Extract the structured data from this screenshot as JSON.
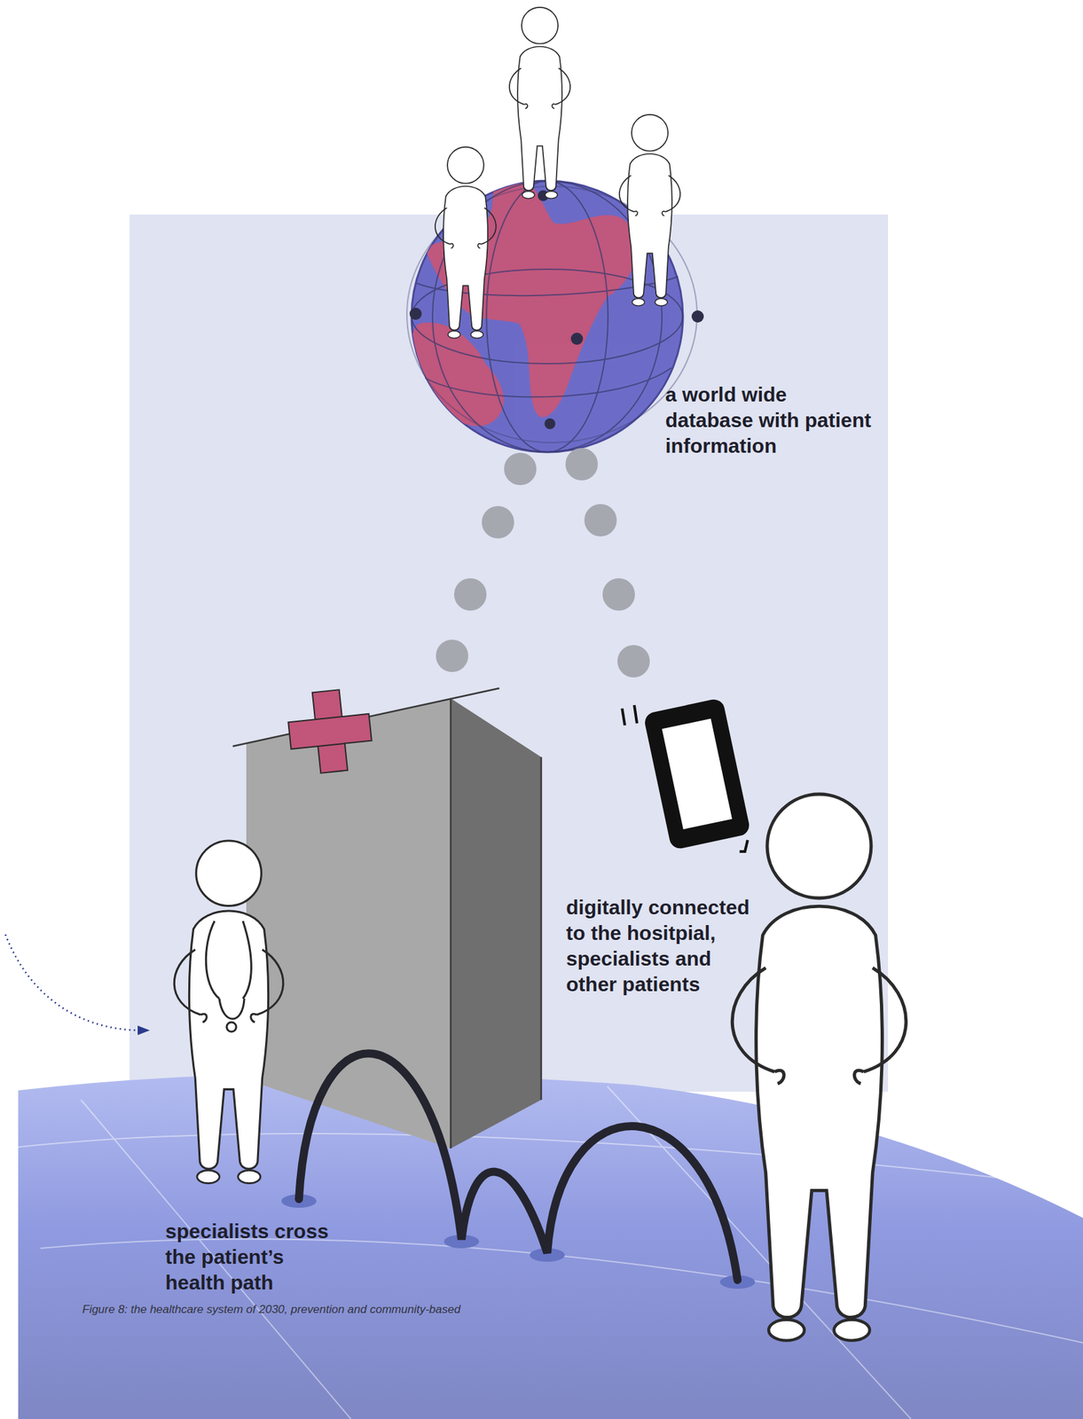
{
  "diagram": {
    "caption": "Figure 8: the healthcare system of 2030, prevention and community-based",
    "labels": [
      "a world wide database with patient information",
      "digitally connected to the hositpial, specialists and other patients",
      "specialists cross the patient’s health path"
    ]
  }
}
